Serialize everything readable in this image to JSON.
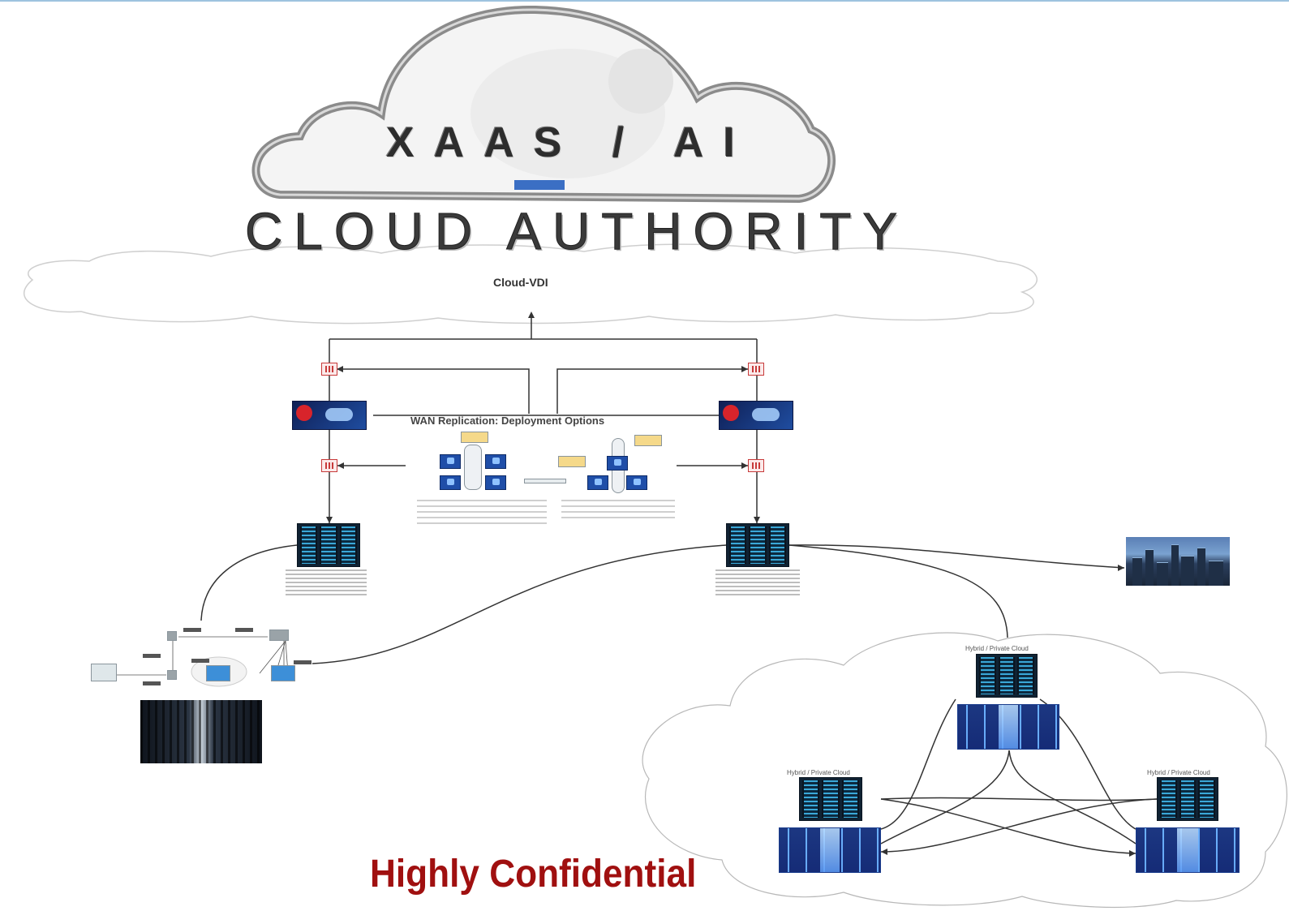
{
  "logo": {
    "line1": "XAAS / AI",
    "line2": "CLOUD AUTHORITY"
  },
  "top_cloud": {
    "label": "Cloud-VDI"
  },
  "wan": {
    "title": "WAN Replication: Deployment Options"
  },
  "hybrid_clouds": [
    {
      "label": "Hybrid / Private Cloud"
    },
    {
      "label": "Hybrid / Private Cloud"
    },
    {
      "label": "Hybrid / Private Cloud"
    }
  ],
  "footer": {
    "confidential": "Highly Confidential"
  },
  "colors": {
    "confidential": "#a01010",
    "connector": "#333333",
    "rack_accent": "#3aa8d8",
    "hall_blue": "#1f4ea8",
    "firewall_red": "#c83a3a"
  },
  "icons": [
    "cloud-icon",
    "firewall-icon",
    "server-rack-icon",
    "data-hall-icon",
    "f5-appliance-icon",
    "city-skyline-photo",
    "datacenter-photo"
  ]
}
